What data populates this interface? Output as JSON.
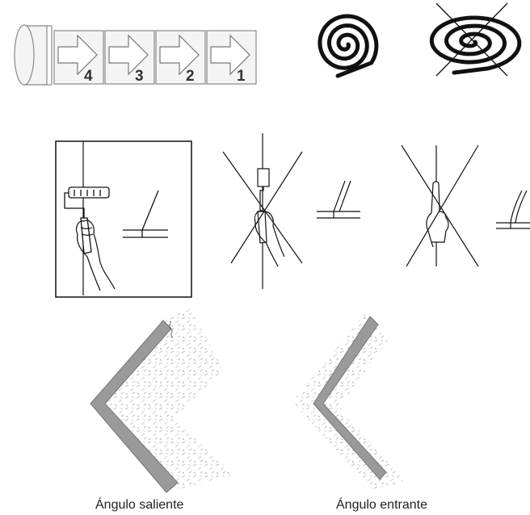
{
  "sequence_steps": [
    "4",
    "3",
    "2",
    "1"
  ],
  "captions": {
    "outer_corner": "Ángulo saliente",
    "inner_corner": "Ángulo entrante"
  },
  "colors": {
    "line": "#222222",
    "panel_stroke": "#888888",
    "panel_fill": "#f4f4f4",
    "wall_band": "#9a9a9a",
    "speckle": "#c9d3dc"
  }
}
